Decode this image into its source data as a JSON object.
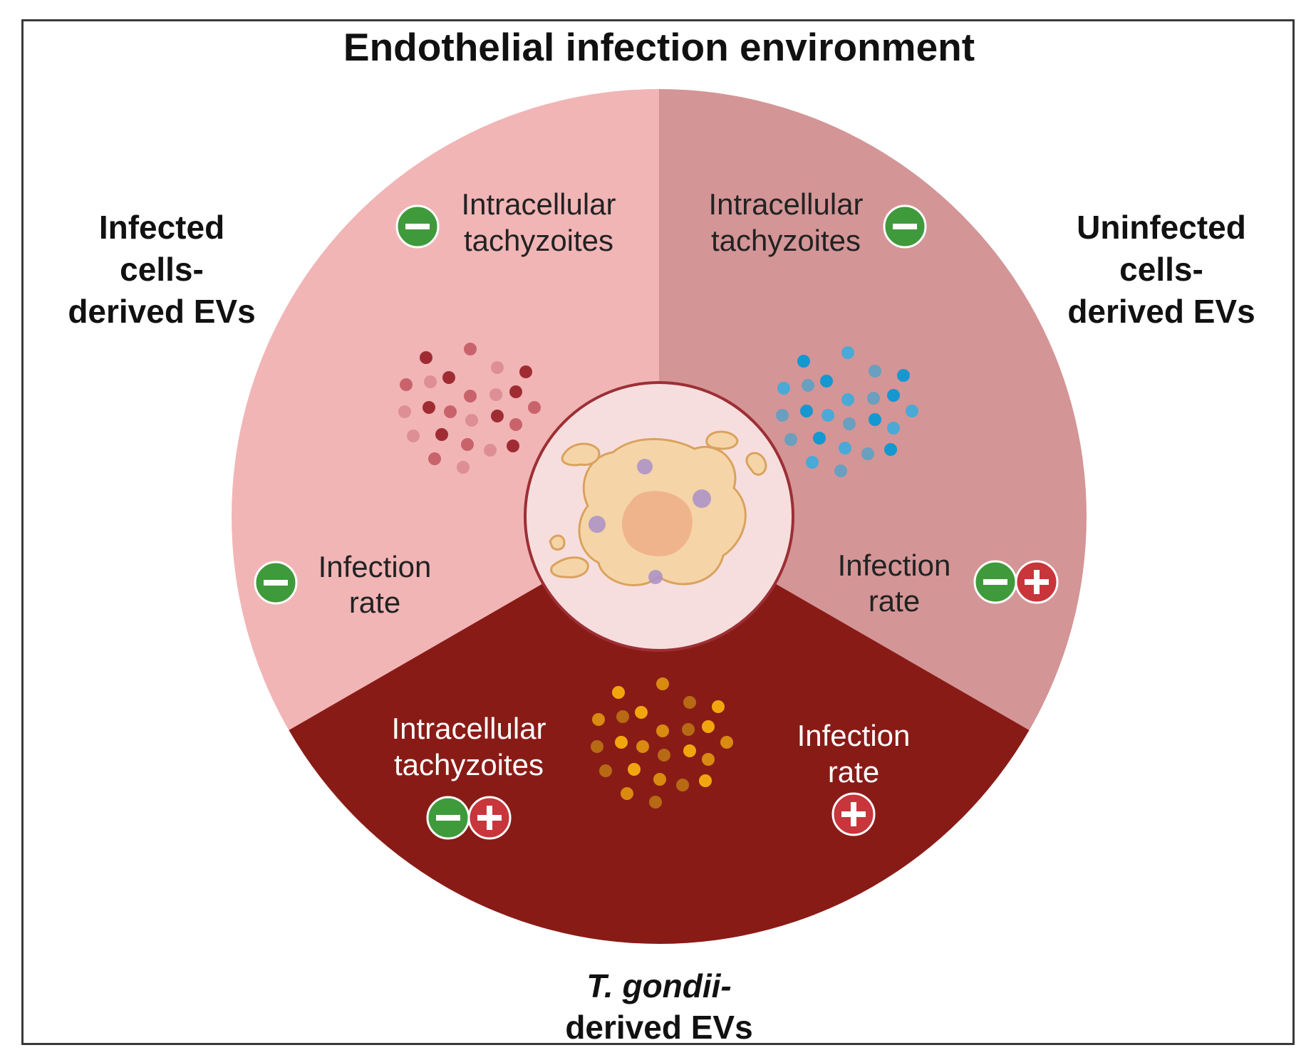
{
  "title": "Endothelial infection environment",
  "groups": {
    "infected": {
      "label_lines": [
        "Infected",
        "cells-",
        "derived EVs"
      ],
      "intracellular_label": [
        "Intracellular",
        "tachyzoites"
      ],
      "intracellular_effect": [
        "minus"
      ],
      "infection_label": [
        "Infection",
        "rate"
      ],
      "infection_effect": [
        "minus"
      ],
      "wedge_color": "#f1b5b6",
      "ev_colors": [
        "#a02c33",
        "#c9636b",
        "#dd8f95"
      ]
    },
    "uninfected": {
      "label_lines": [
        "Uninfected",
        "cells-",
        "derived EVs"
      ],
      "intracellular_label": [
        "Intracellular",
        "tachyzoites"
      ],
      "intracellular_effect": [
        "minus"
      ],
      "infection_label": [
        "Infection",
        "rate"
      ],
      "infection_effect": [
        "minus",
        "plus"
      ],
      "wedge_color": "#d49596",
      "ev_colors": [
        "#1597d0",
        "#4aa9d6",
        "#6a9fbf"
      ]
    },
    "tgondii": {
      "label_line1": "T. gondii-",
      "label_line2": "derived EVs",
      "intracellular_label": [
        "Intracellular",
        "tachyzoites"
      ],
      "intracellular_effect": [
        "minus",
        "plus"
      ],
      "infection_label": [
        "Infection",
        "rate"
      ],
      "infection_effect": [
        "plus"
      ],
      "wedge_color": "#891b17",
      "ev_colors": [
        "#f2a60e",
        "#d98a10",
        "#b66a14"
      ]
    }
  },
  "colors": {
    "minus_badge": "#3f9a3b",
    "plus_badge": "#c8353b",
    "center_circle": "#f7dede",
    "center_ring": "#9c2f35",
    "cell_body": "#f5d5a8",
    "cell_outline": "#d9a25d",
    "nucleus": "#f0b48c",
    "parasite": "#a98fc9"
  },
  "icons": [
    "minus-badge-icon",
    "plus-badge-icon",
    "endothelial-cell-icon",
    "extracellular-vesicle-icon"
  ]
}
